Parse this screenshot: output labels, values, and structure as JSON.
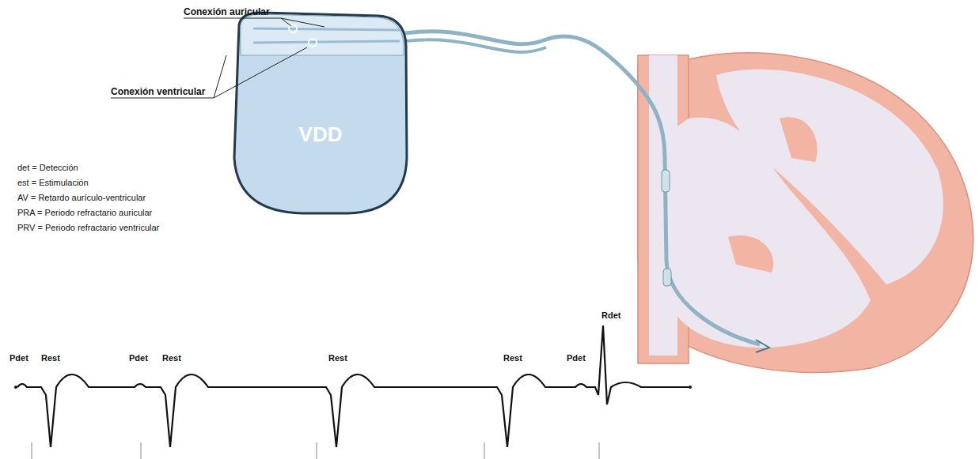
{
  "diagram": {
    "nodes": [
      {
        "text": [
          "VDD"
        ]
      }
    ],
    "labels": [
      "Conexión auricular",
      "Conexión ventricular",
      "det = Detección",
      "est = Estimulación",
      "AV = Retardo aurículo-ventricular",
      "PRA = Periodo refractario auricular",
      "PRV = Periodo refractario ventricular",
      "Pdet",
      "Rest",
      "Pdet",
      "Rest",
      "Rest",
      "Rest",
      "Pdet",
      "Rdet"
    ]
  }
}
